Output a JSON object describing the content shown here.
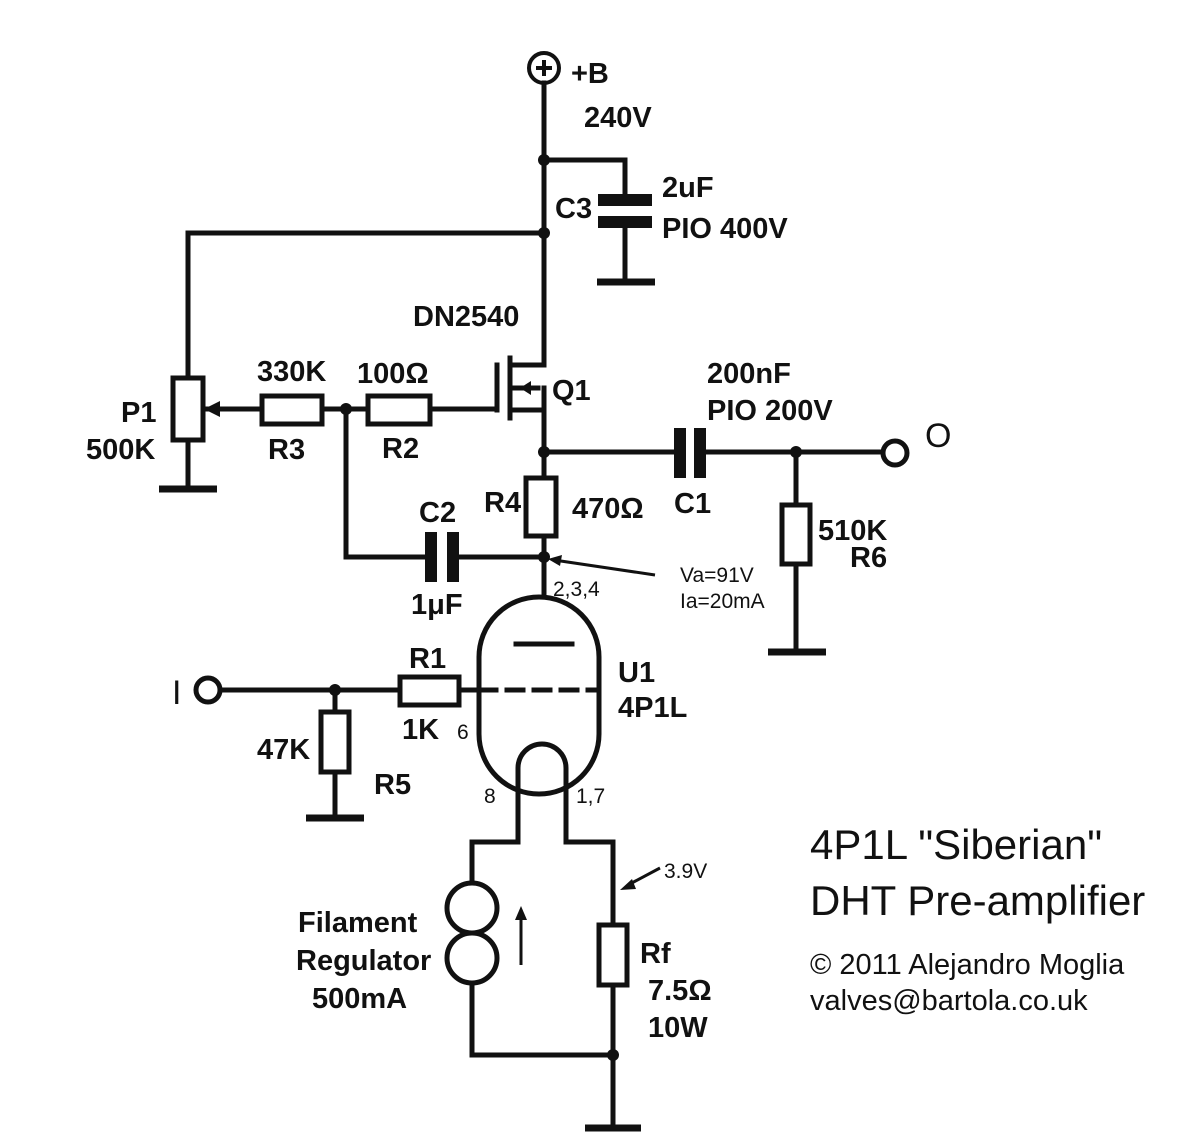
{
  "supply": {
    "label": "+B",
    "voltage": "240V"
  },
  "c3": {
    "ref": "C3",
    "value": "2uF",
    "type": "PIO 400V"
  },
  "q1": {
    "part": "DN2540",
    "ref": "Q1"
  },
  "r3": {
    "value": "330K",
    "ref": "R3"
  },
  "r2": {
    "value": "100Ω",
    "ref": "R2"
  },
  "p1": {
    "ref": "P1",
    "value": "500K"
  },
  "c1": {
    "value": "200nF",
    "type": "PIO 200V",
    "ref": "C1"
  },
  "output": {
    "label": "O"
  },
  "r4": {
    "ref": "R4",
    "value": "470Ω"
  },
  "r6": {
    "value": "510K",
    "ref": "R6"
  },
  "c2": {
    "ref": "C2",
    "value": "1μF"
  },
  "anode": {
    "pins": "2,3,4",
    "va": "Va=91V",
    "ia": "Ia=20mA"
  },
  "u1": {
    "ref": "U1",
    "part": "4P1L",
    "grid_pin": "6",
    "fil_pin_left": "8",
    "fil_pin_right": "1,7"
  },
  "input": {
    "label": "I"
  },
  "r1": {
    "ref": "R1",
    "value": "1K"
  },
  "r5": {
    "value": "47K",
    "ref": "R5"
  },
  "filament": {
    "line1": "Filament",
    "line2": "Regulator",
    "line3": "500mA"
  },
  "rf": {
    "voltage": "3.9V",
    "ref": "Rf",
    "value": "7.5Ω",
    "power": "10W"
  },
  "title": {
    "line1": "4P1L \"Siberian\"",
    "line2": "DHT Pre-amplifier"
  },
  "credit": {
    "copyright": "© 2011 Alejandro Moglia",
    "email": "valves@bartola.co.uk"
  }
}
